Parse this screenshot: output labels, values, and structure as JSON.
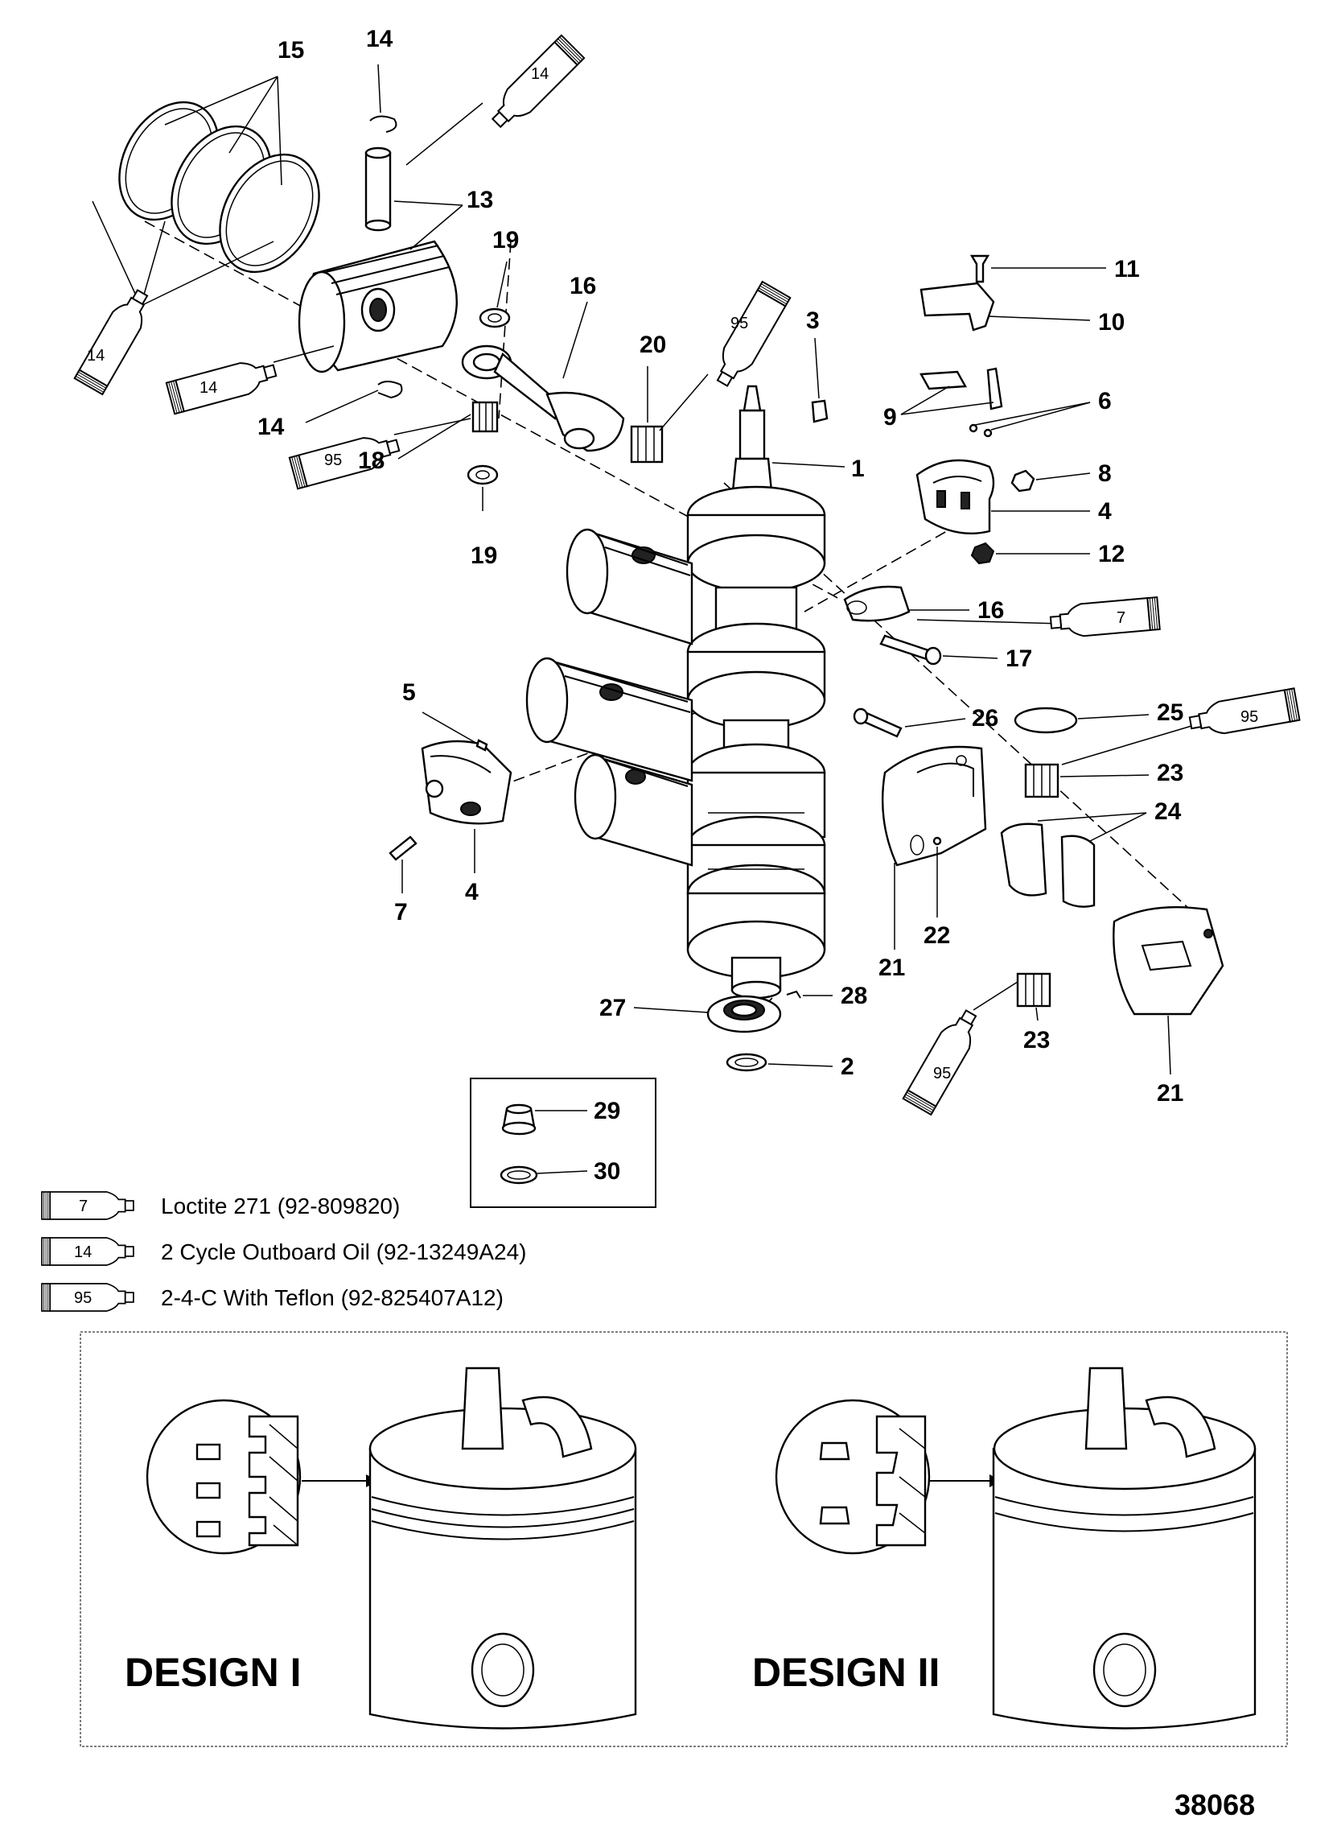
{
  "callouts": {
    "c1": "1",
    "c2": "2",
    "c3": "3",
    "c4a": "4",
    "c4b": "4",
    "c5": "5",
    "c6": "6",
    "c7": "7",
    "c8": "8",
    "c9": "9",
    "c10": "10",
    "c11": "11",
    "c12": "12",
    "c13": "13",
    "c14a": "14",
    "c14b": "14",
    "c15": "15",
    "c16a": "16",
    "c16b": "16",
    "c17": "17",
    "c18": "18",
    "c19a": "19",
    "c19b": "19",
    "c20": "20",
    "c21a": "21",
    "c21b": "21",
    "c22": "22",
    "c23a": "23",
    "c23b": "23",
    "c24": "24",
    "c25": "25",
    "c26": "26",
    "c27": "27",
    "c28": "28",
    "c29": "29",
    "c30": "30"
  },
  "tube_labels": {
    "t14_top": "14",
    "t14_left1": "14",
    "t14_left2": "14",
    "t95_left": "95",
    "t95_mid": "95",
    "t7_right": "7",
    "t95_right": "95",
    "t95_bottom": "95"
  },
  "legend": [
    {
      "code": "7",
      "text": "Loctite 271 (92-809820)"
    },
    {
      "code": "14",
      "text": "2 Cycle Outboard Oil (92-13249A24)"
    },
    {
      "code": "95",
      "text": "2-4-C  With Teflon (92-825407A12)"
    }
  ],
  "designs": {
    "design1": "DESIGN I",
    "design2": "DESIGN II"
  },
  "document_number": "38068"
}
